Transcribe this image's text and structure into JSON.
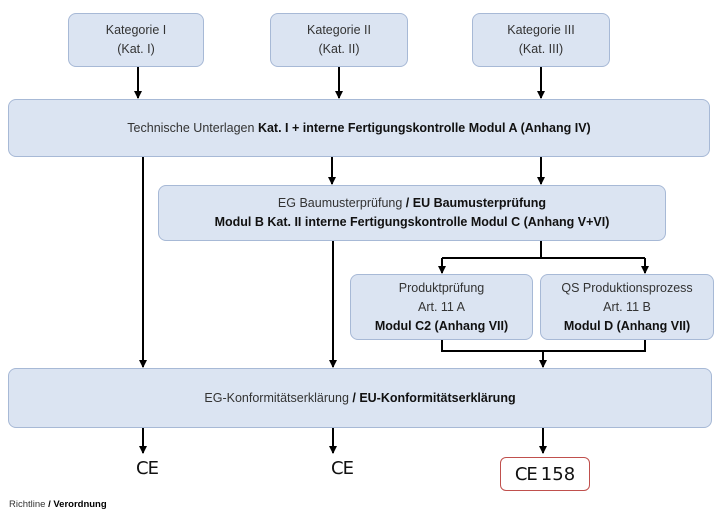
{
  "categories": [
    {
      "name": "Kategorie I",
      "abbr": "(Kat. I)"
    },
    {
      "name": "Kategorie II",
      "abbr": "(Kat. II)"
    },
    {
      "name": "Kategorie III",
      "abbr": "(Kat. III)"
    }
  ],
  "technical_docs": {
    "normal": "Technische Unterlagen ",
    "bold": "Kat. I + interne Fertigungskontrolle  Modul A (Anhang IV)"
  },
  "type_examination": {
    "line1_normal": "EG Baumusterprüfung ",
    "line1_bold": "/ EU Baumusterprüfung",
    "line2_bold": "Modul B Kat. II interne Fertigungskontrolle  Modul C (Anhang V+VI)"
  },
  "product_check": {
    "line1": "Produktprüfung",
    "line2": "Art. 11 A",
    "line3_bold": "Modul C2 (Anhang VII)"
  },
  "qs_process": {
    "line1": "QS Produktionsprozess",
    "line2": "Art. 11 B",
    "line3_bold": "Modul D (Anhang VII)"
  },
  "conformity": {
    "normal": "EG-Konformitätserklärung ",
    "bold": "/ EU-Konformitätserklärung"
  },
  "ce_marks": [
    {
      "mark": "CE"
    },
    {
      "mark": "CE"
    },
    {
      "mark": "CE",
      "number": "158",
      "border_color": "#c0504d"
    }
  ],
  "legend": {
    "normal": "Richtline ",
    "bold": "/ Verordnung"
  },
  "colors": {
    "box_fill": "#dbe4f2",
    "box_border": "#a7b9d6",
    "arrow": "#000000",
    "highlight_border": "#c0504d"
  }
}
